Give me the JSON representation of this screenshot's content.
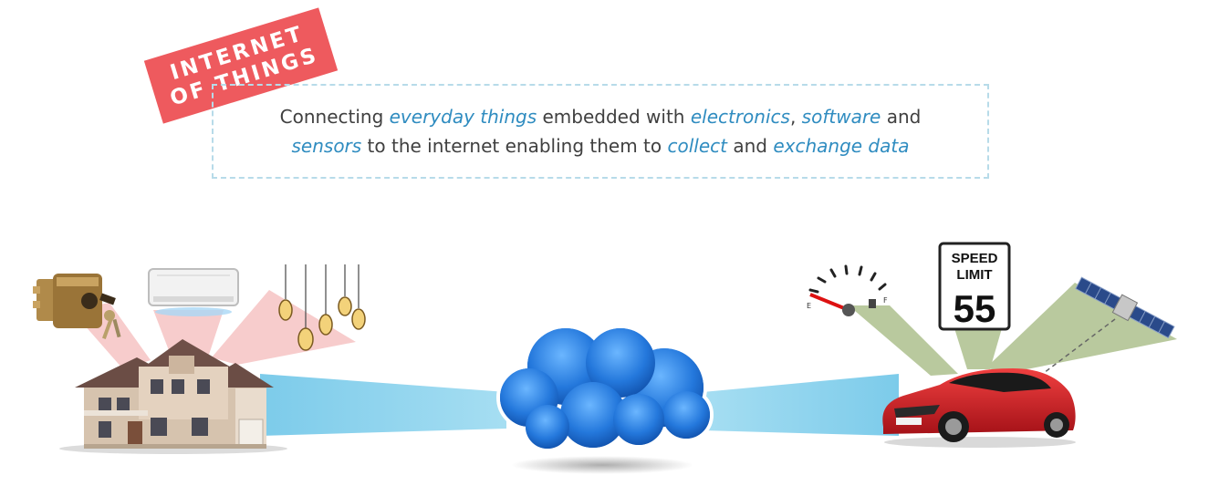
{
  "badge": {
    "line1": "INTERNET",
    "line2": "OF THINGS"
  },
  "definition": {
    "line1": [
      {
        "text": "Connecting ",
        "em": false
      },
      {
        "text": "everyday things",
        "em": true
      },
      {
        "text": " embedded with ",
        "em": false
      },
      {
        "text": "electronics",
        "em": true
      },
      {
        "text": ", ",
        "em": false
      },
      {
        "text": "software",
        "em": true
      },
      {
        "text": " and",
        "em": false
      }
    ],
    "line2": [
      {
        "text": "sensors",
        "em": true
      },
      {
        "text": " to the internet enabling them to ",
        "em": false
      },
      {
        "text": "collect",
        "em": true
      },
      {
        "text": " and ",
        "em": false
      },
      {
        "text": "exchange data",
        "em": true
      }
    ]
  },
  "sign": {
    "line1": "SPEED",
    "line2": "LIMIT",
    "number": "55"
  },
  "gauge": {
    "empty_label": "E",
    "full_label": "F"
  },
  "colors": {
    "badge": "#ee5a5e",
    "emphasis": "#2f8cc0",
    "home_beam": "#f7cccc",
    "car_beam": "#b9c99e",
    "link_beam": "#8fd0ea",
    "cloud": "#1f6fd0",
    "car": "#d9232a"
  },
  "icons": [
    "lock-icon",
    "air-conditioner-icon",
    "hanging-lights-icon",
    "house-icon",
    "cloud-icon",
    "fuel-gauge-icon",
    "speed-limit-sign-icon",
    "satellite-icon",
    "car-icon"
  ]
}
